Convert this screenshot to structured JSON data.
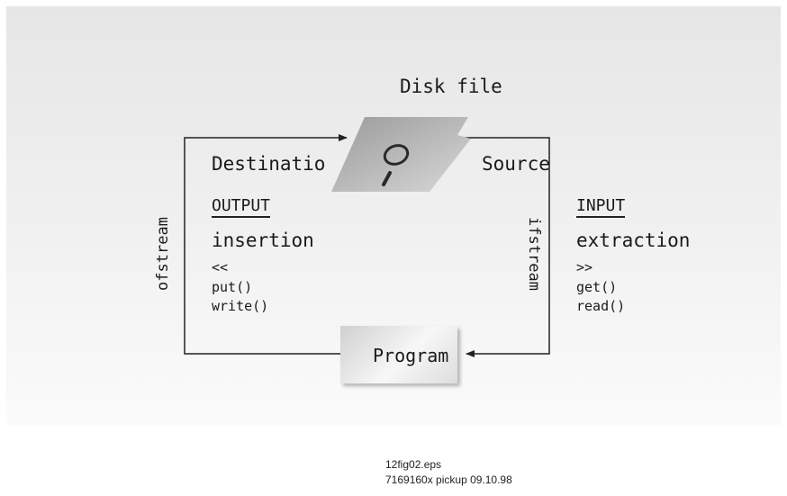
{
  "diagram": {
    "disk_label": "Disk file",
    "destination_label": "Destinatio",
    "source_label": "Source",
    "left_stream": "ofstream",
    "right_stream": "ifstream",
    "output": {
      "title": "OUTPUT",
      "operation": "insertion",
      "operator": "<<",
      "methods": [
        "put()",
        "write()"
      ]
    },
    "input": {
      "title": "INPUT",
      "operation": "extraction",
      "operator": ">>",
      "methods": [
        "get()",
        "read()"
      ]
    },
    "program_label": "Program"
  },
  "footer": {
    "line1": "12fig02.eps",
    "line2": "7169160x pickup 09.10.98"
  }
}
